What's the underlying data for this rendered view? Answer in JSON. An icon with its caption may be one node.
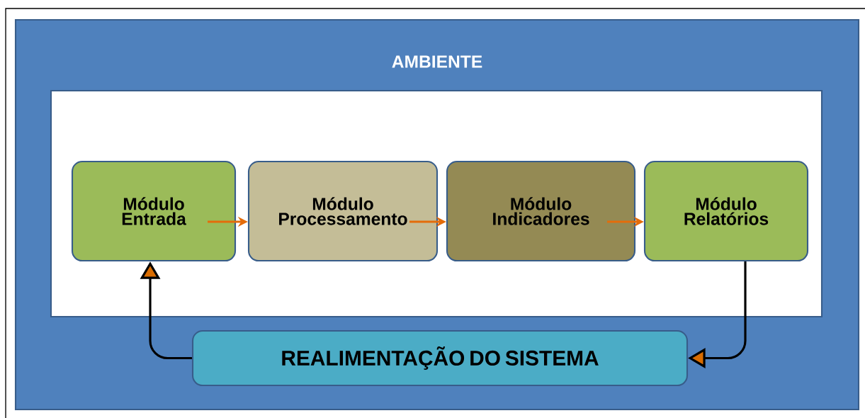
{
  "diagram": {
    "nodes": [
      {
        "text": [
          "AMBIENTE"
        ]
      },
      {
        "text": [],
        "shape": "box",
        "in": 0
      },
      {
        "text": [
          "Módulo Entrada"
        ],
        "in": 1
      },
      {
        "text": [
          "Módulo Processamento"
        ],
        "in": 1
      },
      {
        "text": [
          "Módulo Indicadores"
        ],
        "in": 1
      },
      {
        "text": [
          "Módulo Relatórios"
        ],
        "in": 1
      },
      {
        "text": [
          "REALIMENTAÇÃO DO SISTEMA"
        ],
        "in": 0
      }
    ],
    "edges": [
      {
        "from": 2,
        "to": 3,
        "arrow": "to"
      },
      {
        "from": 3,
        "to": 4,
        "arrow": "to"
      },
      {
        "from": 4,
        "to": 5,
        "arrow": "to"
      },
      {
        "from": 5,
        "to": 6,
        "arrow": "to",
        "color": "#000000"
      },
      {
        "from": 6,
        "to": 2,
        "arrow": "to",
        "color": "#000000"
      }
    ]
  }
}
